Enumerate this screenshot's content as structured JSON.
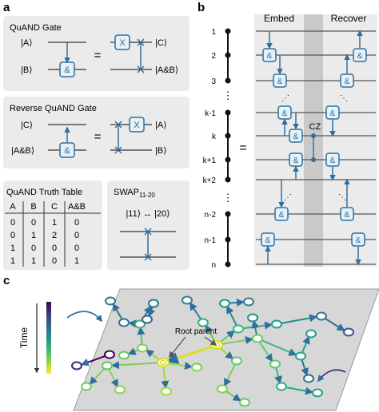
{
  "panels": {
    "a": {
      "label": "a",
      "quand": {
        "title": "QuAND Gate",
        "in_a": "|A⟩",
        "in_b": "|B⟩",
        "out_c": "|C⟩",
        "out_ab": "|A&B⟩",
        "equals": "="
      },
      "reverse": {
        "title": "Reverse QuAND Gate",
        "in_c": "|C⟩",
        "in_ab": "|A&B⟩",
        "out_a": "|A⟩",
        "out_b": "|B⟩",
        "equals": "="
      },
      "truth_table": {
        "title": "QuAND Truth Table",
        "headers": [
          "A",
          "B",
          "C",
          "A&B"
        ],
        "rows": [
          [
            "0",
            "0",
            "1",
            "0"
          ],
          [
            "0",
            "1",
            "2",
            "0"
          ],
          [
            "1",
            "0",
            "0",
            "0"
          ],
          [
            "1",
            "1",
            "0",
            "1"
          ]
        ]
      },
      "swap": {
        "title": "SWAP",
        "title_sub": "11-20",
        "relation": "|11⟩ ↔ |20⟩"
      },
      "gate_symbols": {
        "and": "&",
        "x": "X"
      }
    },
    "b": {
      "label": "b",
      "qubit_labels": [
        "1",
        "2",
        "3",
        "k-1",
        "k",
        "k+1",
        "k+2",
        "n-2",
        "n-1",
        "n"
      ],
      "equals": "=",
      "embed": "Embed",
      "recover": "Recover",
      "cz": "CZ"
    },
    "c": {
      "label": "c",
      "time_label": "Time",
      "root_label": "Root parent"
    }
  },
  "colors": {
    "panel_bg": "#ebebeb",
    "gate_blue": "#2f6f9f",
    "wire": "#333333",
    "plane": "#d7d7d7",
    "highlight": "#c9c9c9"
  }
}
